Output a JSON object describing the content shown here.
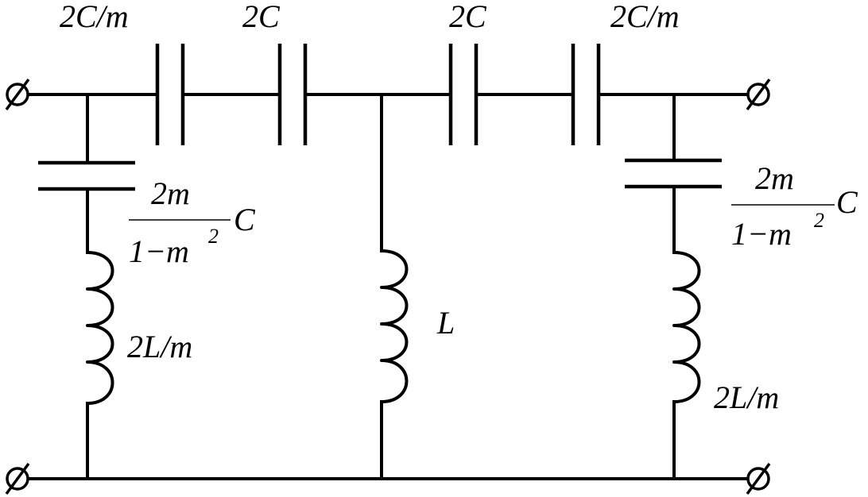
{
  "diagram": {
    "labels": {
      "top_cap_1": "2C/m",
      "top_cap_2": "2C",
      "top_cap_3": "2C",
      "top_cap_4": "2C/m",
      "left_shunt_cap": {
        "numerator": "2m",
        "denominator_base": "1−m",
        "denominator_exp": "2",
        "suffix": "C"
      },
      "right_shunt_cap": {
        "numerator": "2m",
        "denominator_base": "1−m",
        "denominator_exp": "2",
        "suffix": "C"
      },
      "left_inductor": "2L/m",
      "middle_inductor": "L",
      "right_inductor": "2L/m"
    }
  }
}
